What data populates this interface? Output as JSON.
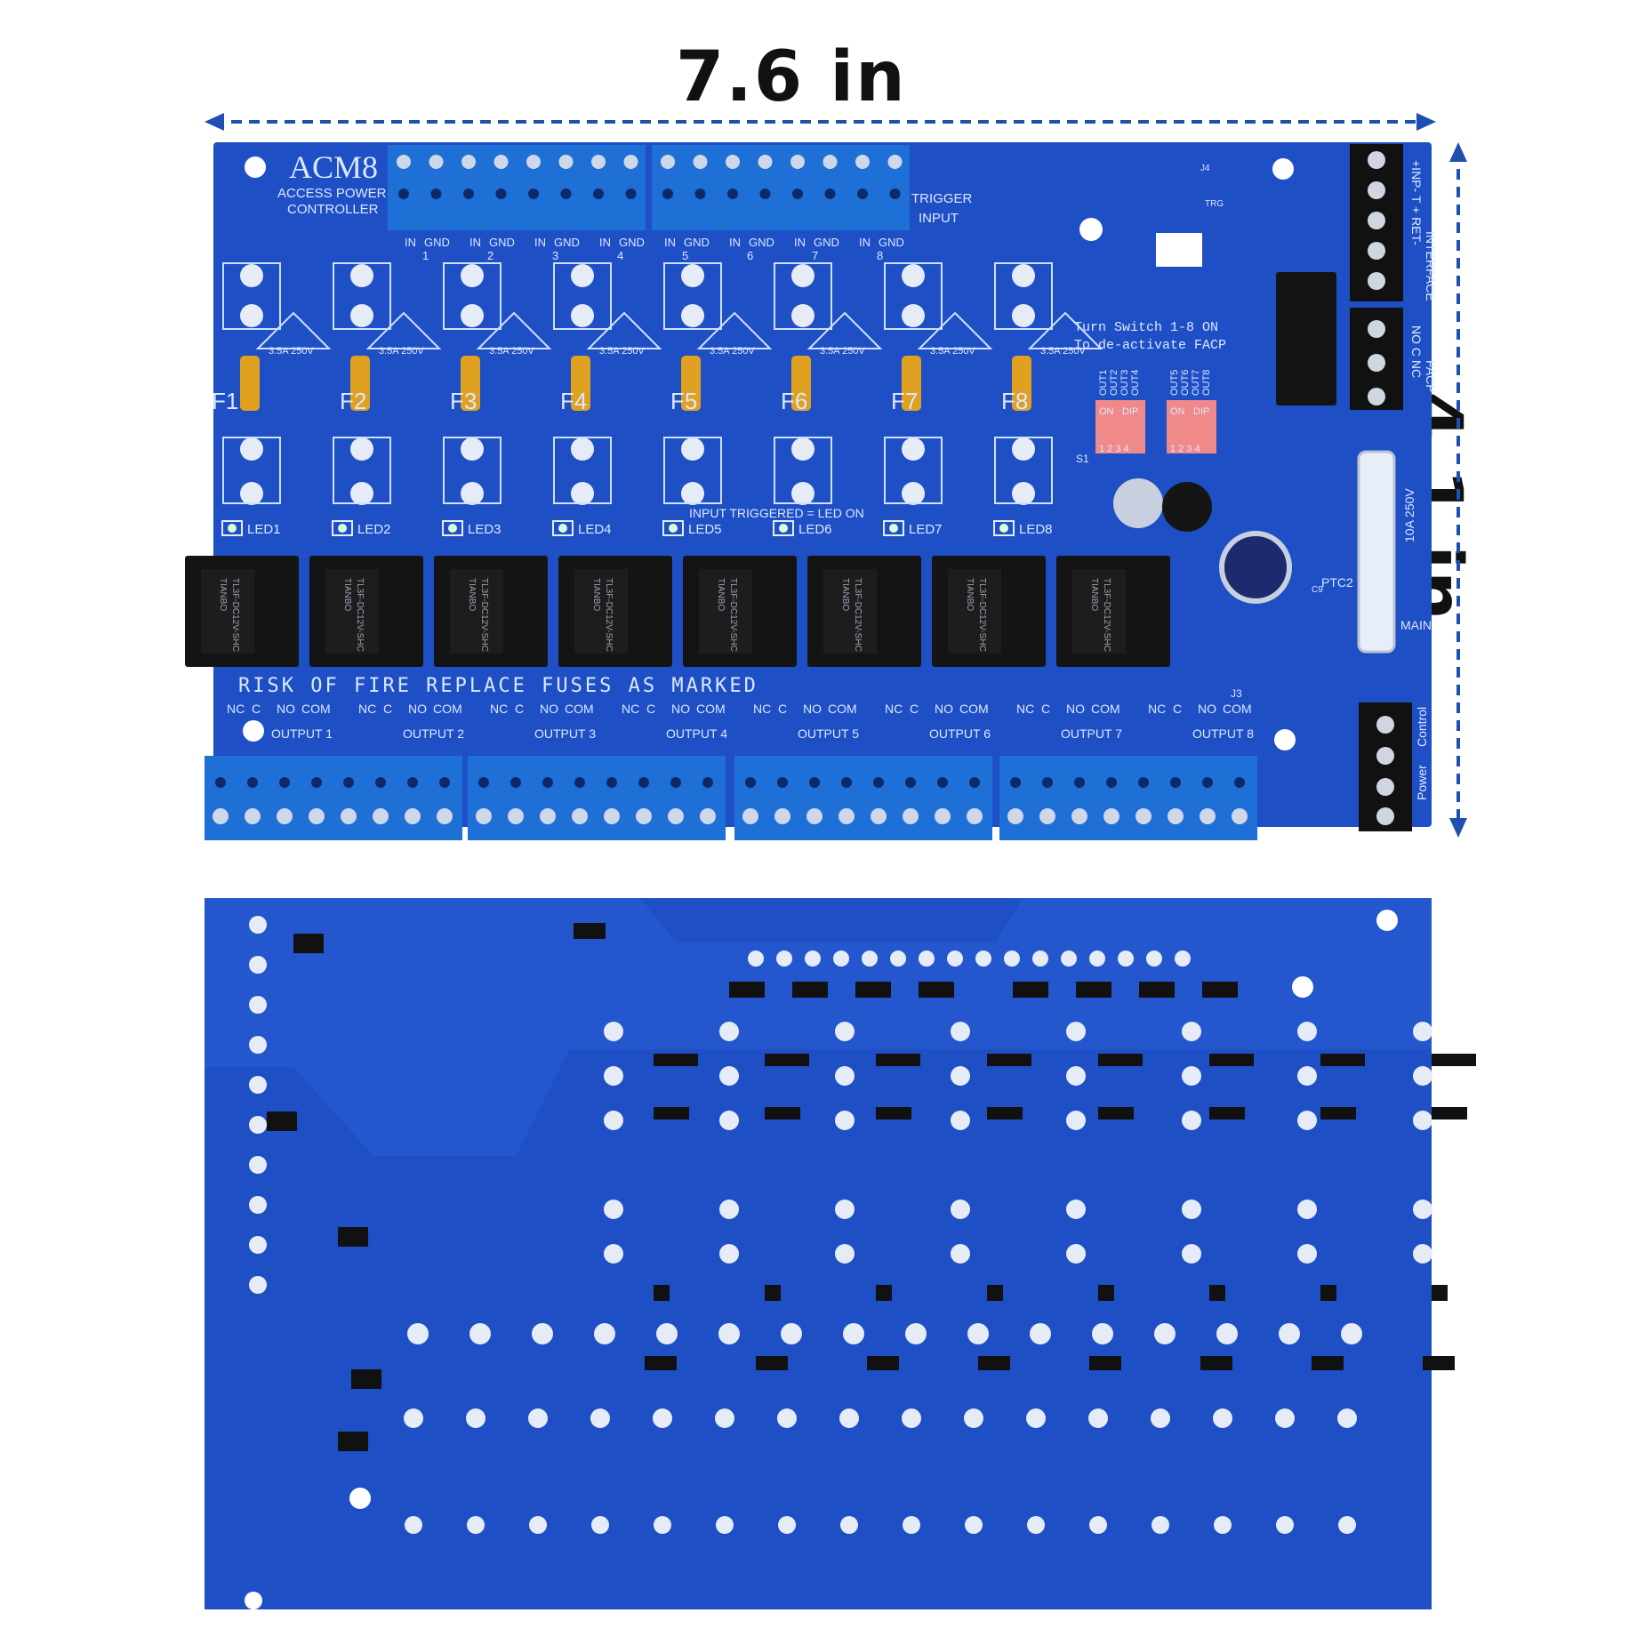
{
  "dimensions": {
    "width": "7.6 in",
    "height": "4.1 in"
  },
  "board": {
    "model": "ACM8",
    "subtitle_line1": "ACCESS POWER",
    "subtitle_line2": "CONTROLLER",
    "trigger_label_1": "TRIGGER",
    "trigger_label_2": "INPUT",
    "input_labels": [
      "IN",
      "GND",
      "IN",
      "GND",
      "IN",
      "GND",
      "IN",
      "GND",
      "IN",
      "GND",
      "IN",
      "GND",
      "IN",
      "GND",
      "IN",
      "GND"
    ],
    "input_numbers": [
      "1",
      "2",
      "3",
      "4",
      "5",
      "6",
      "7",
      "8"
    ],
    "fuses": [
      "F1",
      "F2",
      "F3",
      "F4",
      "F5",
      "F6",
      "F7",
      "F8"
    ],
    "fuse_rating": "3.5A  250V",
    "leds": [
      "LED1",
      "LED2",
      "LED3",
      "LED4",
      "LED5",
      "LED6",
      "LED7",
      "LED8"
    ],
    "led_note": "INPUT  TRIGGERED = LED ON",
    "switch_note_1": "Turn Switch  1-8 ON",
    "switch_note_2": "To de-activate FACP",
    "dip_out_left": [
      "OUT1",
      "OUT2",
      "OUT3",
      "OUT4"
    ],
    "dip_out_right": [
      "OUT5",
      "OUT6",
      "OUT7",
      "OUT8"
    ],
    "dip_on": "ON",
    "dip_label": "DIP",
    "dip_numbers": "1 2 3 4",
    "s1": "S1",
    "relay_brand": "TIANBO",
    "relay_model": "TL3F-DC12V-SHC",
    "warning": "RISK  OF  FIRE  REPLACE  FUSES  AS  MARKED",
    "output_terms": [
      "NC",
      "C",
      "NO",
      "COM"
    ],
    "outputs": [
      "OUTPUT 1",
      "OUTPUT 2",
      "OUTPUT 3",
      "OUTPUT 4",
      "OUTPUT 5",
      "OUTPUT 6",
      "OUTPUT 7",
      "OUTPUT 8"
    ],
    "interface": "INTERFACE",
    "interface_pins": "+INP-  T  + RET-",
    "facp": "FACP",
    "facp_pins": "NO  C  NC",
    "main_fuse_rating": "10A 250V",
    "main": "MAIN",
    "ptc": "PTC2",
    "power": "Power",
    "control": "Control",
    "j3": "J3",
    "j4": "J4",
    "trg": "TRG",
    "c9": "C9"
  },
  "colors": {
    "pcb": "#1f4fc4",
    "pcb_dark": "#173c9a",
    "terminal": "#1e6fd6",
    "silk": "#dbe8ff",
    "arrow": "#1f4fb0",
    "fuse": "#e0a020"
  }
}
